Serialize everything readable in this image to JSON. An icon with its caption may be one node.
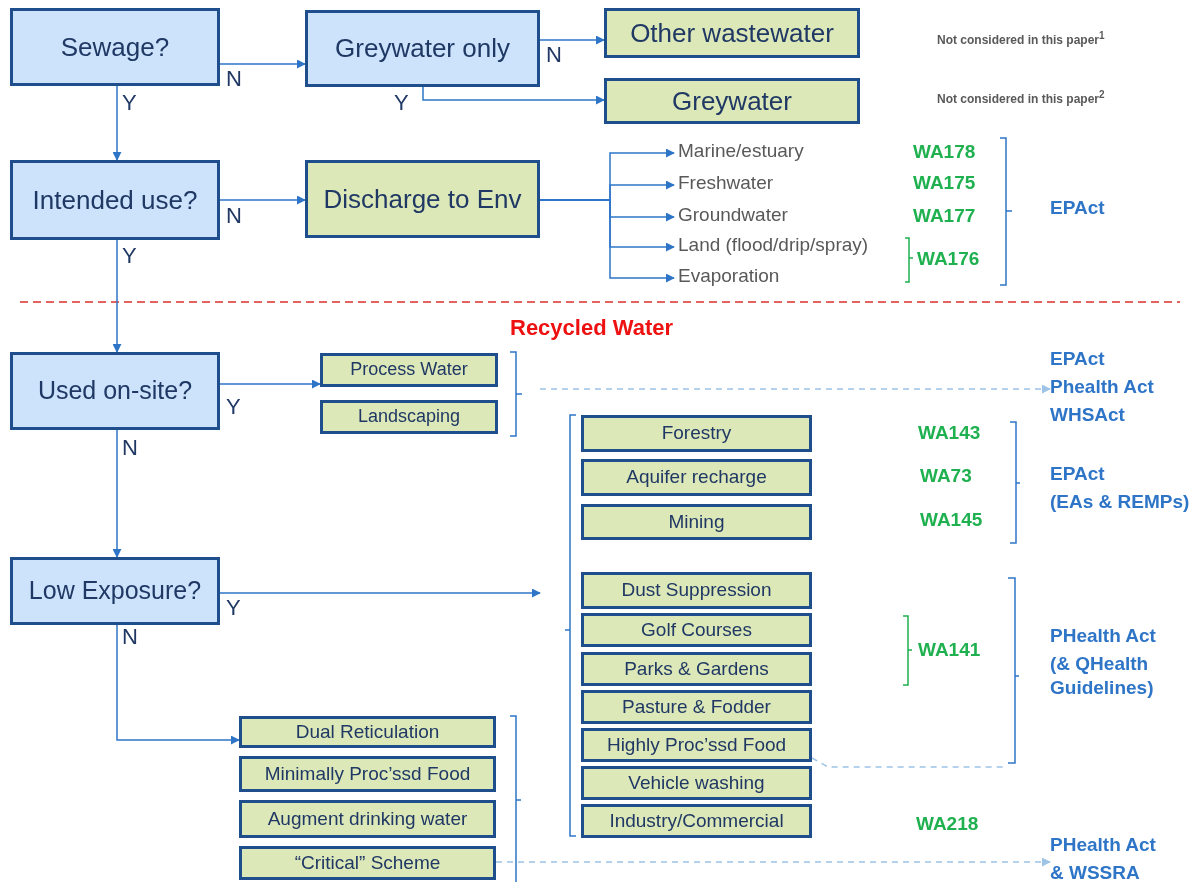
{
  "diagram": {
    "nodes": [
      {
        "text": [
          "Sewage?"
        ]
      },
      {
        "text": [
          "Greywater only"
        ]
      },
      {
        "text": [
          "Other wastewater"
        ]
      },
      {
        "text": [
          "Greywater"
        ]
      },
      {
        "text": [
          "Intended use?"
        ]
      },
      {
        "text": [
          "Discharge to Env"
        ]
      },
      {
        "text": [
          "Marine/estuary"
        ]
      },
      {
        "text": [
          "Freshwater"
        ]
      },
      {
        "text": [
          "Groundwater"
        ]
      },
      {
        "text": [
          "Land (flood/drip/spray)"
        ]
      },
      {
        "text": [
          "Evaporation"
        ]
      },
      {
        "text": [
          "Used on-site?"
        ]
      },
      {
        "text": [
          "Process Water"
        ]
      },
      {
        "text": [
          "Landscaping"
        ]
      },
      {
        "text": [
          "Low Exposure?"
        ]
      },
      {
        "text": [
          "Forestry"
        ]
      },
      {
        "text": [
          "Aquifer recharge"
        ]
      },
      {
        "text": [
          "Mining"
        ]
      },
      {
        "text": [
          "Dust Suppression"
        ]
      },
      {
        "text": [
          "Golf Courses"
        ]
      },
      {
        "text": [
          "Parks & Gardens"
        ]
      },
      {
        "text": [
          "Pasture & Fodder"
        ]
      },
      {
        "text": [
          "Highly Proc’ssd Food"
        ]
      },
      {
        "text": [
          "Vehicle washing"
        ]
      },
      {
        "text": [
          "Industry/Commercial"
        ]
      },
      {
        "text": [
          "Dual Reticulation"
        ]
      },
      {
        "text": [
          "Minimally Proc’ssd Food"
        ]
      },
      {
        "text": [
          "Augment drinking water"
        ]
      },
      {
        "text": [
          "“Critical” Scheme"
        ]
      },
      {
        "text": [
          "EPAct",
          "Phealth Act",
          "WHSAct"
        ]
      },
      {
        "text": [
          "PHealth Act",
          "& WSSRA"
        ]
      }
    ],
    "edges": [
      {
        "from": 0,
        "to": 1,
        "arrow": "to",
        "label": "N"
      },
      {
        "from": 1,
        "to": 2,
        "arrow": "to",
        "label": "N"
      },
      {
        "from": 1,
        "to": 3,
        "arrow": "to",
        "label": "Y"
      },
      {
        "from": 0,
        "to": 4,
        "arrow": "to",
        "label": "Y"
      },
      {
        "from": 4,
        "to": 5,
        "arrow": "to",
        "label": "N"
      },
      {
        "from": 5,
        "to": 6,
        "arrow": "to"
      },
      {
        "from": 5,
        "to": 7,
        "arrow": "to"
      },
      {
        "from": 5,
        "to": 8,
        "arrow": "to"
      },
      {
        "from": 5,
        "to": 9,
        "arrow": "to"
      },
      {
        "from": 5,
        "to": 10,
        "arrow": "to"
      },
      {
        "from": 4,
        "to": 11,
        "arrow": "to",
        "label": "Y"
      },
      {
        "from": 11,
        "to": 12,
        "arrow": "to",
        "label": "Y"
      },
      {
        "from": 11,
        "to": 14,
        "arrow": "to",
        "label": "N"
      },
      {
        "from": 14,
        "to": null,
        "arrow": "to",
        "label": "Y"
      },
      {
        "from": 14,
        "to": 25,
        "arrow": "to",
        "label": "N"
      },
      {
        "from": null,
        "to": 29,
        "arrow": "to",
        "style": "dashed",
        "color": "#9dc3e6"
      },
      {
        "from": 22,
        "to": null,
        "arrow": "none",
        "style": "dashed",
        "color": "#9dc3e6"
      },
      {
        "from": 28,
        "to": 30,
        "arrow": "to",
        "style": "dashed",
        "color": "#9dc3e6"
      }
    ],
    "labels": [
      "Not considered in this paper$^{1}$",
      "Not considered in this paper$^{2}$",
      "WA178",
      "WA175",
      "WA177",
      "WA176",
      "EPAct",
      "Recycled Water",
      "WA143",
      "WA73",
      "WA145",
      "EPAct",
      "(EAs & REMPs)",
      "WA141",
      "PHealth Act",
      "(& QHealth Guidelines)",
      "WA218"
    ]
  }
}
